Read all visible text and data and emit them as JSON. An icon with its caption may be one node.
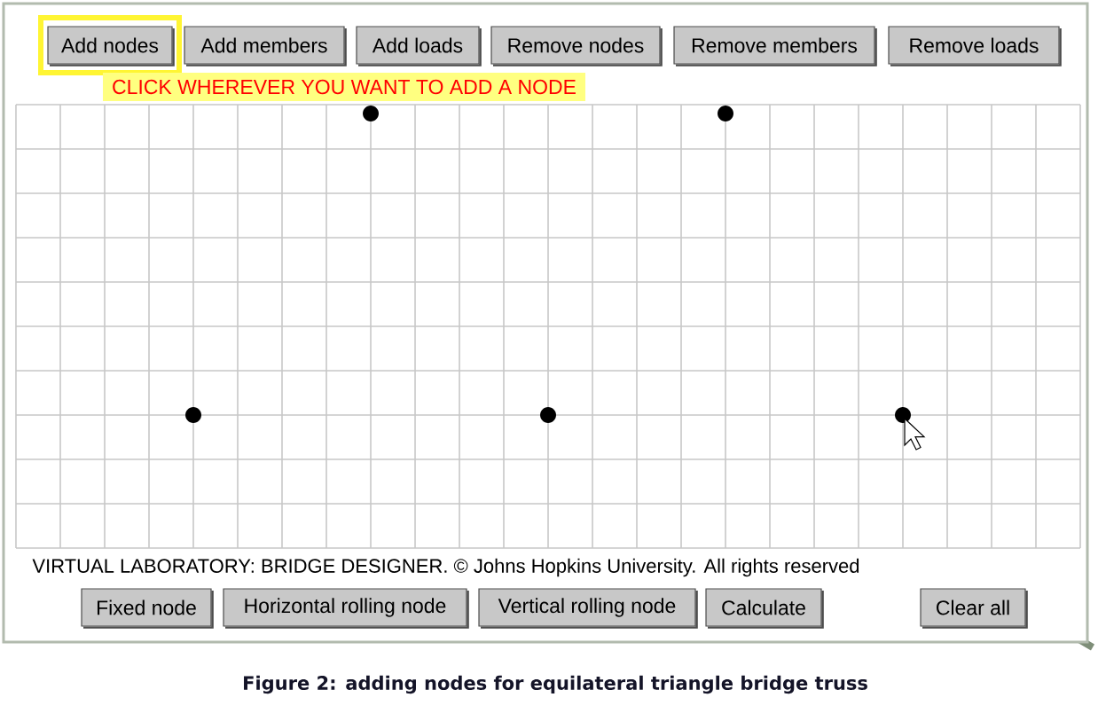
{
  "diagram": {
    "caption": "Figure 2: adding nodes for equilateral triangle bridge truss",
    "nodes": [
      {
        "text": [
          "Add nodes"
        ]
      },
      {
        "text": [
          "Add members"
        ]
      },
      {
        "text": [
          "Add loads"
        ]
      },
      {
        "text": [
          "Remove nodes"
        ]
      },
      {
        "text": [
          "Remove members"
        ]
      },
      {
        "text": [
          "Remove loads"
        ]
      },
      {
        "text": [
          "CLICK WHEREVER YOU WANT TO ADD A NODE"
        ]
      },
      {
        "text": [],
        "shape": "circle"
      },
      {
        "text": [],
        "shape": "circle"
      },
      {
        "text": [],
        "shape": "circle"
      },
      {
        "text": [],
        "shape": "circle"
      },
      {
        "text": [],
        "shape": "circle"
      },
      {
        "text": [
          "Fixed node"
        ]
      },
      {
        "text": [
          "Horizontal rolling node"
        ]
      },
      {
        "text": [
          "Vertical rolling node"
        ]
      },
      {
        "text": [
          "Calculate"
        ]
      },
      {
        "text": [
          "Clear all"
        ]
      }
    ],
    "labels": [
      "VIRTUAL LABORATORY: BRIDGE DESIGNER. © Johns Hopkins University. All rights reserved"
    ]
  }
}
